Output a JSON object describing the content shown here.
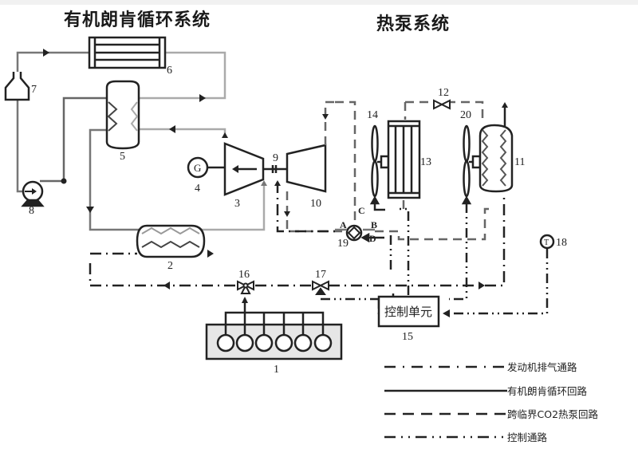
{
  "titles": {
    "orc_system": "有机朗肯循环系统",
    "heat_pump_system": "热泵系统"
  },
  "components": {
    "c1": "1",
    "c2": "2",
    "c3": "3",
    "c4": "4",
    "c5": "5",
    "c6": "6",
    "c7": "7",
    "c8": "8",
    "c9": "9",
    "c10": "10",
    "c11": "11",
    "c12": "12",
    "c13": "13",
    "c14": "14",
    "c15": "15",
    "c16": "16",
    "c17": "17",
    "c18": "18",
    "c19": "19",
    "c20": "20"
  },
  "generator_symbol": "G",
  "temp_sensor_symbol": "T",
  "valve19_ports": {
    "a": "A",
    "b": "B",
    "c": "C",
    "d": "D"
  },
  "control_unit": "控制单元",
  "legend": [
    {
      "style": "dash-dot",
      "label": "发动机排气通路"
    },
    {
      "style": "solid",
      "label": "有机朗肯循环回路"
    },
    {
      "style": "dashed",
      "label": "跨临界CO2热泵回路"
    },
    {
      "style": "dash-dot-dot",
      "label": "控制通路"
    }
  ],
  "colors": {
    "line_dark": "#222222",
    "line_gray": "#9a9a9a",
    "line_mid": "#555555",
    "engine_fill": "#e6e6e6"
  }
}
